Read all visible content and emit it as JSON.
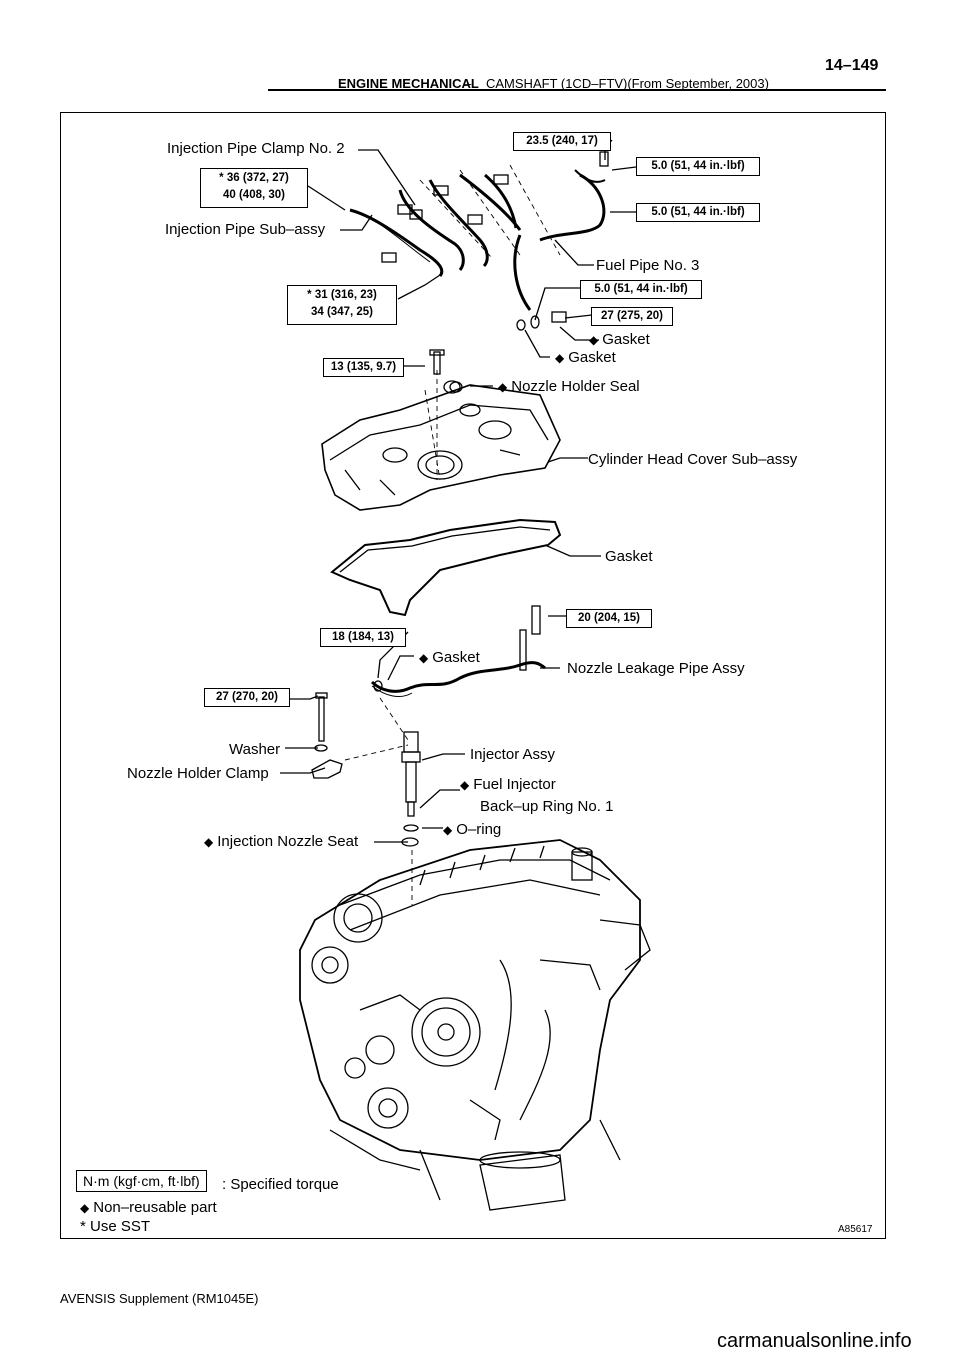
{
  "header": {
    "section": "ENGINE MECHANICAL",
    "separator": "–",
    "subtitle": "CAMSHAFT (1CD–FTV)(From September, 2003)",
    "page": "14–149"
  },
  "labels": {
    "injection_pipe_clamp": "Injection Pipe Clamp No. 2",
    "injection_pipe_subassy": "Injection Pipe Sub–assy",
    "fuel_pipe_no3": "Fuel Pipe No. 3",
    "gasket_a": "Gasket",
    "gasket_b": "Gasket",
    "nozzle_holder_seal": "Nozzle Holder Seal",
    "cyl_head_cover": "Cylinder Head Cover Sub–assy",
    "gasket_cover": "Gasket",
    "gasket_leak": "Gasket",
    "nozzle_leak_pipe": "Nozzle Leakage Pipe Assy",
    "washer": "Washer",
    "nozzle_holder_clamp": "Nozzle Holder Clamp",
    "injector_assy": "Injector Assy",
    "fuel_injector_1": "Fuel Injector",
    "fuel_injector_2": "Back–up Ring No. 1",
    "o_ring": "O–ring",
    "injection_nozzle_seat": "Injection Nozzle Seat"
  },
  "torques": {
    "t1": "23.5 (240, 17)",
    "t2": "5.0 (51, 44 in.·lbf)",
    "t3": "5.0 (51, 44 in.·lbf)",
    "t4a": "36 (372, 27)",
    "t4b": "40 (408, 30)",
    "t5a": "31 (316, 23)",
    "t5b": "34 (347, 25)",
    "t6": "5.0 (51, 44 in.·lbf)",
    "t7": "27 (275, 20)",
    "t8": "13 (135, 9.7)",
    "t9": "20 (204, 15)",
    "t10": "18 (184, 13)",
    "t11": "27 (270, 20)"
  },
  "symbols": {
    "diamond": "◆",
    "star": "*"
  },
  "legend": {
    "unit_box": "N·m (kgf·cm, ft·lbf)",
    "specified": ": Specified torque",
    "nonreusable": "Non–reusable part",
    "sst": "Use SST"
  },
  "figure_id": "A85617",
  "footer": "AVENSIS Supplement   (RM1045E)",
  "watermark": "carmanualsonline.info"
}
